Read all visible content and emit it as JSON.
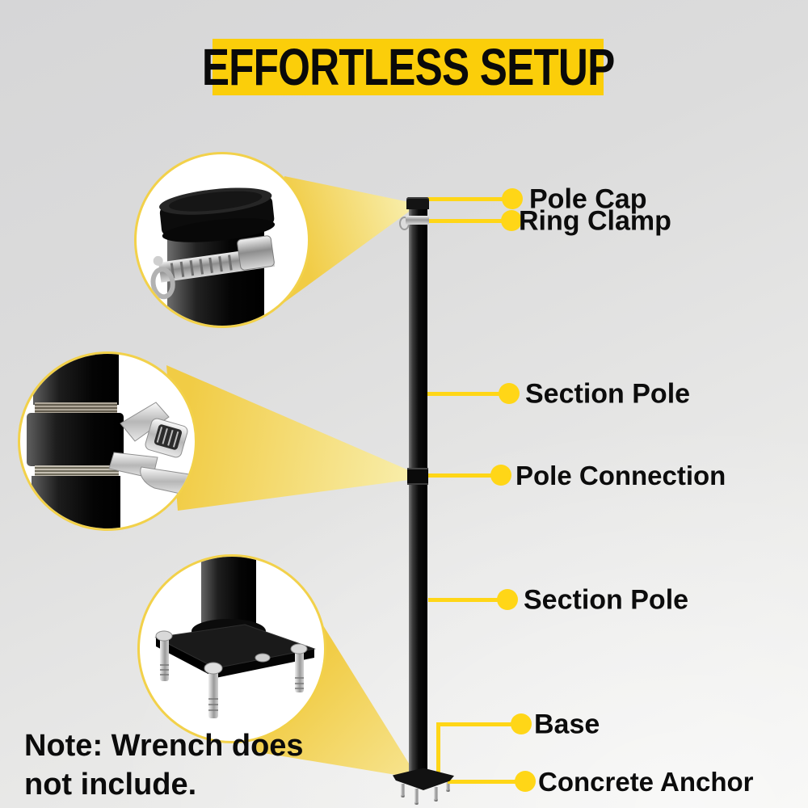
{
  "title": "EFFORTLESS SETUP",
  "callouts": {
    "pole_cap": "Pole Cap",
    "ring_clamp": "Ring Clamp",
    "section_pole_upper": "Section Pole",
    "pole_connection": "Pole Connection",
    "section_pole_lower": "Section Pole",
    "base": "Base",
    "concrete_anchor": "Concrete Anchor"
  },
  "note": "Note: Wrench does not include.",
  "colors": {
    "banner_yellow": "#FBCE0A",
    "callout_yellow": "#FFD617",
    "beam_yellow_start": "#F1CC45",
    "beam_yellow_end": "#F8EDA9",
    "pole_black": "#0A0A0A",
    "text_black": "#0C0C0C",
    "background_gray": "#DEDEDE",
    "metal_silver": "#C9C9C9"
  },
  "insets": {
    "pole_cap_inset": "pole-cap-ring-clamp-closeup",
    "connection_inset": "pole-connection-wrench-closeup",
    "base_inset": "base-concrete-anchor-closeup"
  }
}
